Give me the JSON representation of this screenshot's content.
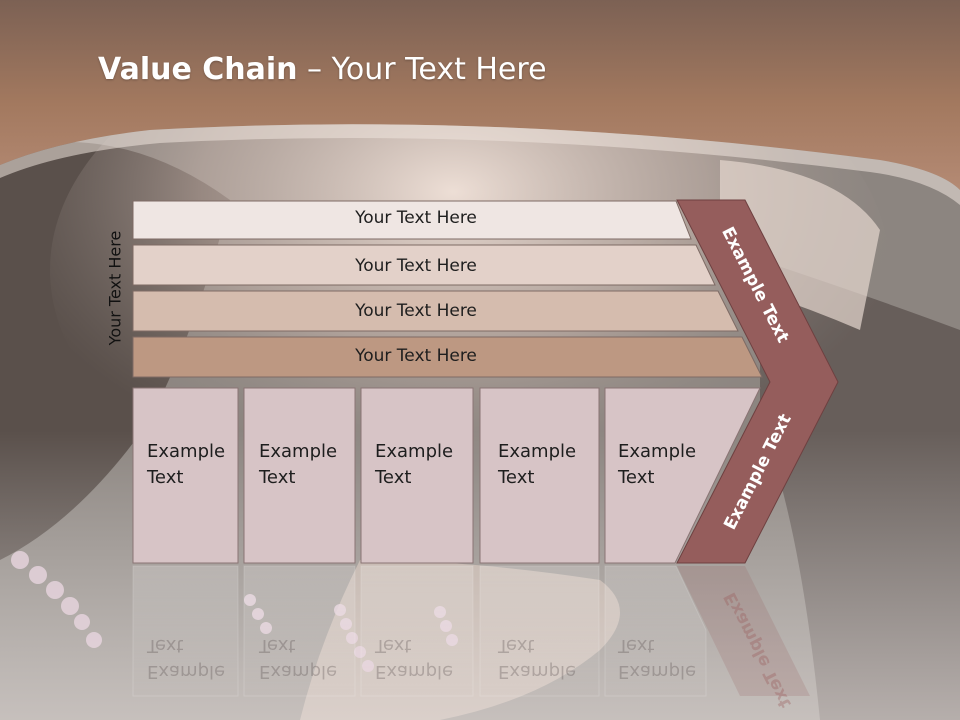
{
  "slide": {
    "title_bold": "Value Chain",
    "title_rest": " – Your Text Here",
    "vertical_label": "Your Text Here"
  },
  "rows": [
    {
      "label": "Your Text Here"
    },
    {
      "label": "Your Text Here"
    },
    {
      "label": "Your Text Here"
    },
    {
      "label": "Your Text Here"
    }
  ],
  "boxes": [
    {
      "line1": "Example",
      "line2": "Text"
    },
    {
      "line1": "Example",
      "line2": "Text"
    },
    {
      "line1": "Example",
      "line2": "Text"
    },
    {
      "line1": "Example",
      "line2": "Text"
    },
    {
      "line1": "Example",
      "line2": "Text"
    }
  ],
  "chevron": {
    "upper_label": "Example Text",
    "lower_label": "Example Text"
  },
  "colors": {
    "header_band": "#a87e69",
    "row_1": "#efe6e3",
    "row_2": "#e3d1c9",
    "row_3": "#d5bcae",
    "row_4": "#bd9882",
    "box_fill": "#d7c4c6",
    "chevron": "#955d5c"
  }
}
